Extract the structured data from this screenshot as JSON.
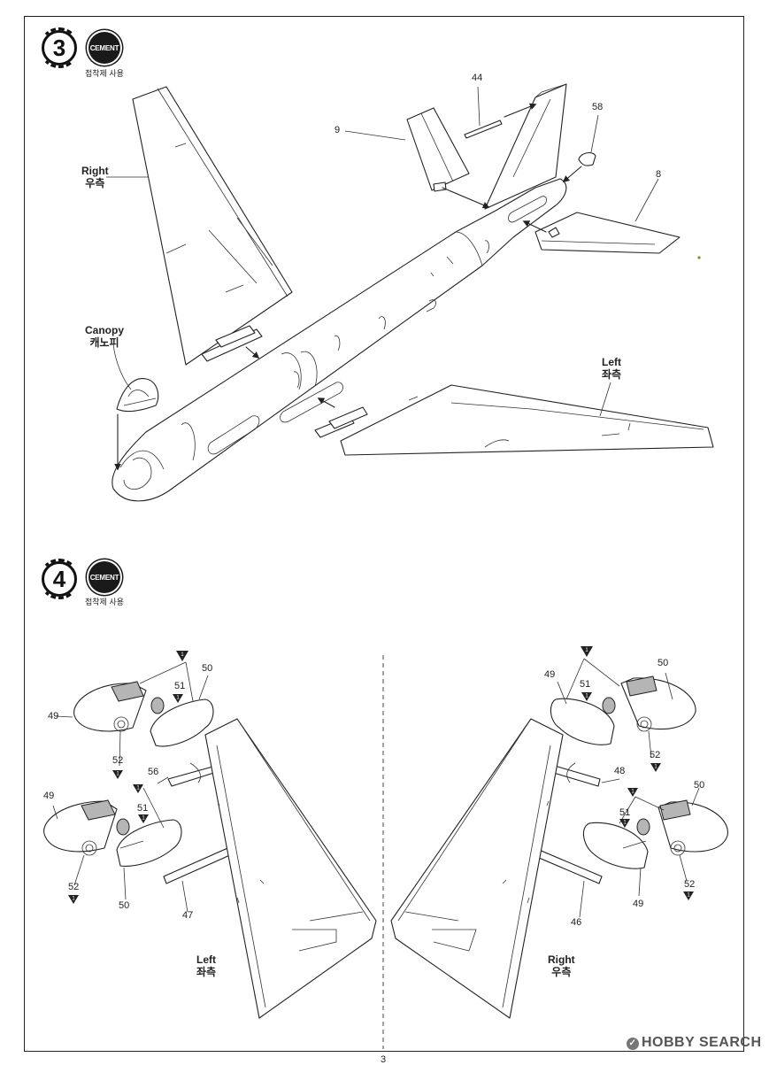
{
  "step3": {
    "number": "3",
    "cement_badge": "CEMENT",
    "cement_caption": "접착제 사용",
    "labels": {
      "right_en": "Right",
      "right_ko": "우측",
      "canopy_en": "Canopy",
      "canopy_ko": "캐노피",
      "left_en": "Left",
      "left_ko": "좌측"
    },
    "parts": {
      "p44": "44",
      "p58": "58",
      "p9": "9",
      "p8": "8"
    }
  },
  "step4": {
    "number": "4",
    "cement_badge": "CEMENT",
    "cement_caption": "접착제 사용",
    "left_panel": {
      "side_en": "Left",
      "side_ko": "좌측",
      "parts": {
        "p49a": "49",
        "p49b": "49",
        "p50a": "50",
        "p50b": "50",
        "p51a": "51",
        "p51b": "51",
        "p52a": "52",
        "p52b": "52",
        "p56": "56",
        "p47": "47"
      }
    },
    "right_panel": {
      "side_en": "Right",
      "side_ko": "우측",
      "parts": {
        "p49a": "49",
        "p49b": "49",
        "p50a": "50",
        "p50b": "50",
        "p51a": "51",
        "p51b": "51",
        "p52a": "52",
        "p52b": "52",
        "p48": "48",
        "p46": "46"
      }
    },
    "marker_digit": "1"
  },
  "footer": {
    "page_number": "3",
    "watermark": "HOBBY SEARCH",
    "watermark_icon": "hobby-search-logo-icon"
  }
}
